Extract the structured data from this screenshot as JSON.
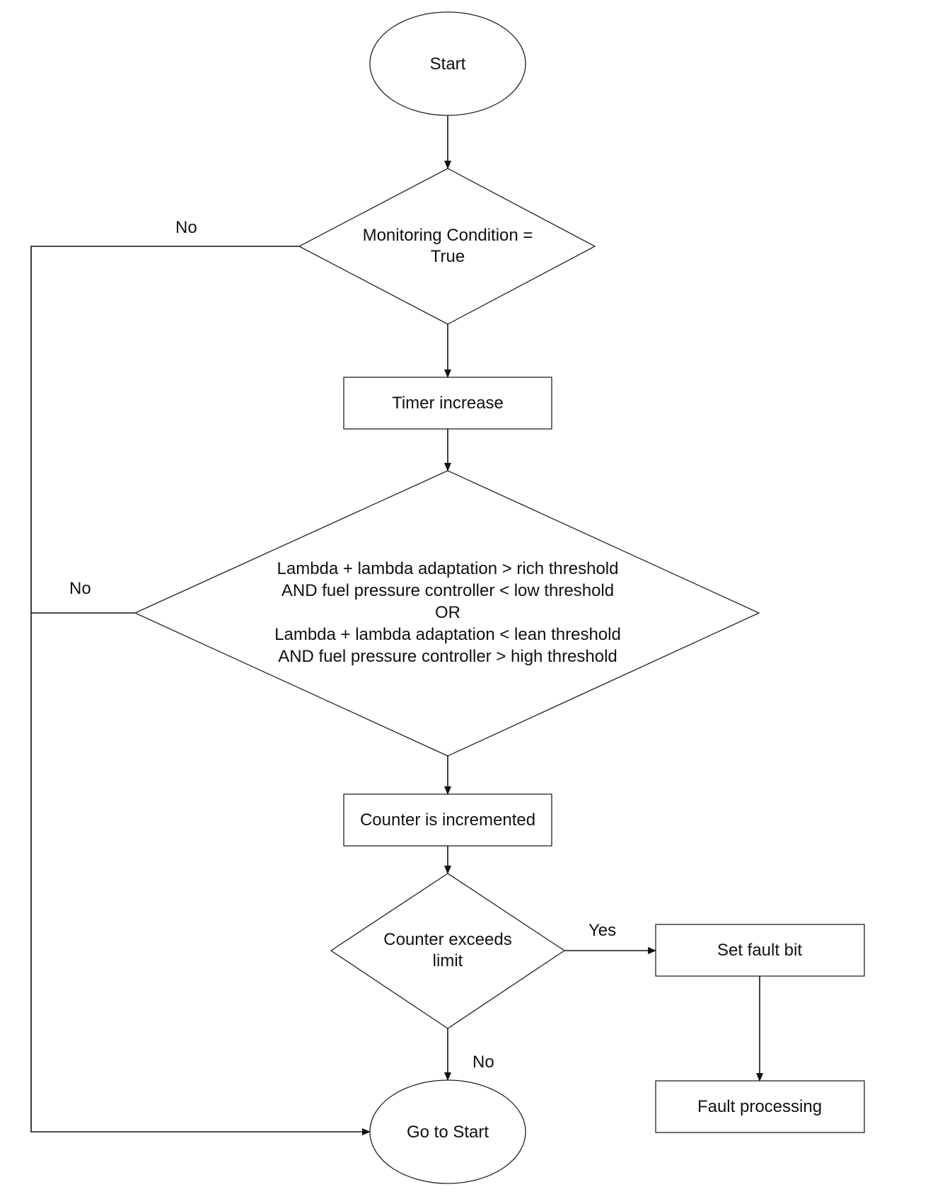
{
  "nodes": {
    "start": "Start",
    "monitoring": [
      "Monitoring Condition =",
      "True"
    ],
    "timer": "Timer increase",
    "lambda": [
      "Lambda + lambda adaptation > rich threshold",
      "AND fuel pressure controller < low threshold",
      "OR",
      "Lambda + lambda adaptation < lean threshold",
      "AND fuel pressure controller > high threshold"
    ],
    "counter_inc": "Counter is incremented",
    "counter_exceeds": [
      "Counter exceeds",
      "limit"
    ],
    "set_fault": "Set fault bit",
    "fault_processing": "Fault processing",
    "goto_start": "Go to Start"
  },
  "edge_labels": {
    "monitoring_no": "No",
    "lambda_no": "No",
    "exceeds_yes": "Yes",
    "exceeds_no": "No"
  }
}
